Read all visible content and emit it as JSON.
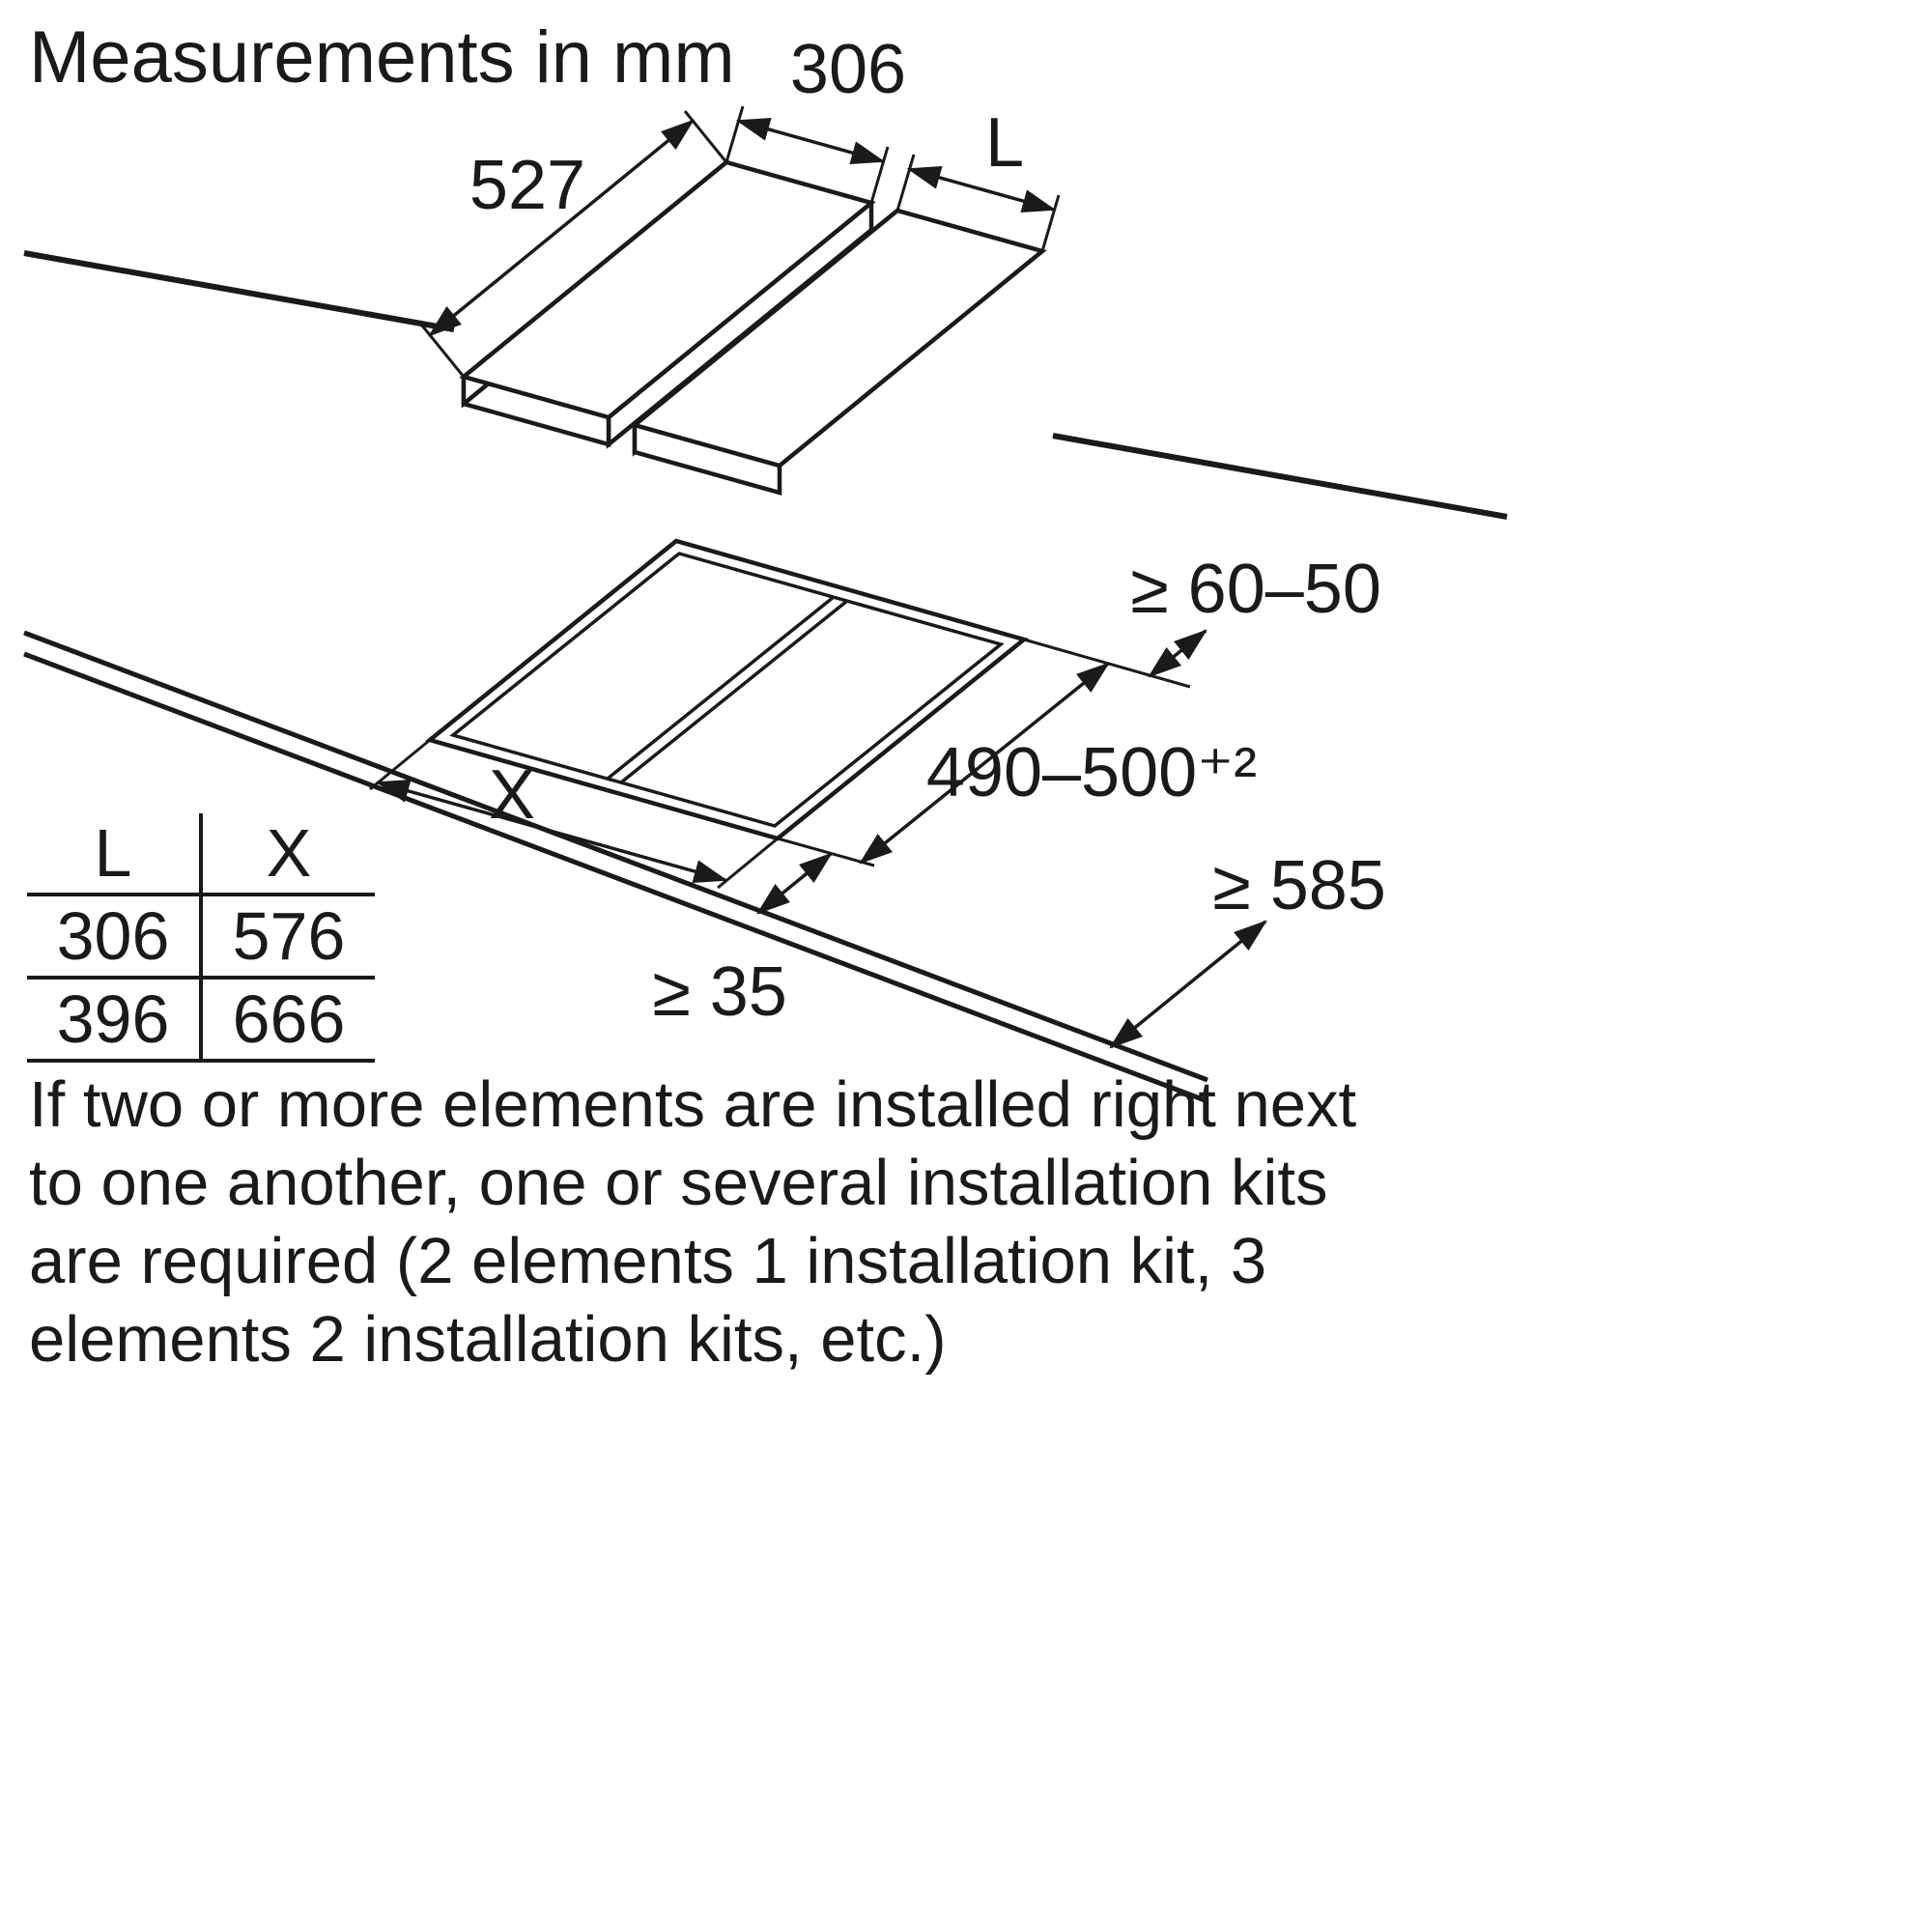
{
  "title": "Measurements in mm",
  "diagram": {
    "labels": {
      "depth527": "527",
      "width306": "306",
      "widthL": "L",
      "wallGap": "≥ 60–50",
      "cutoutDepth": "490–500⁺²",
      "cutoutWidth": "X",
      "frontGap": "≥ 35",
      "worktopDepth": "≥ 585"
    }
  },
  "table": {
    "headers": [
      "L",
      "X"
    ],
    "rows": [
      [
        "306",
        "576"
      ],
      [
        "396",
        "666"
      ]
    ]
  },
  "note_lines": [
    "If two or more elements are installed right next",
    "to one another, one or several installation kits",
    "are required (2 elements 1 installation kit, 3",
    "elements 2 installation kits, etc.)"
  ]
}
